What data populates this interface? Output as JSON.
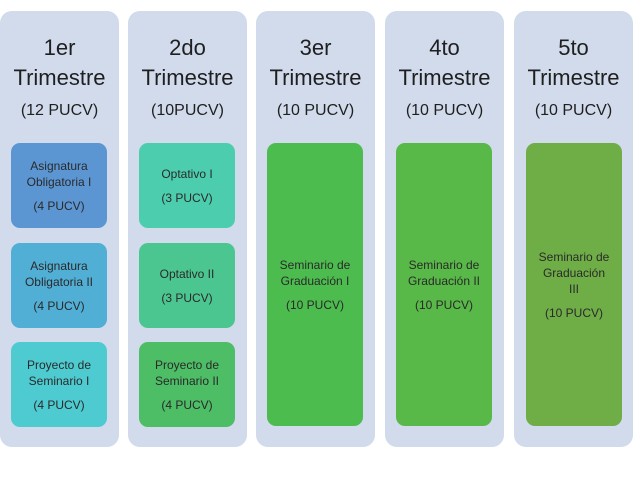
{
  "columns": [
    {
      "title_line1": "1er",
      "title_line2": "Trimestre",
      "subtitle": "(12 PUCV)",
      "cards": [
        {
          "name_line1": "Asignatura",
          "name_line2": "Obligatoria I",
          "name_line3": "",
          "credits": "(4 PUCV)",
          "color": "#5b96d3"
        },
        {
          "name_line1": "Asignatura",
          "name_line2": "Obligatoria II",
          "name_line3": "",
          "credits": "(4 PUCV)",
          "color": "#51aed5"
        },
        {
          "name_line1": "Proyecto de",
          "name_line2": "Seminario I",
          "name_line3": "",
          "credits": "(4 PUCV)",
          "color": "#4dcbd0"
        }
      ]
    },
    {
      "title_line1": "2do",
      "title_line2": "Trimestre",
      "subtitle": "(10PUCV)",
      "cards": [
        {
          "name_line1": "Optativo I",
          "name_line2": "",
          "name_line3": "",
          "credits": "(3 PUCV)",
          "color": "#4ccdae"
        },
        {
          "name_line1": "Optativo II",
          "name_line2": "",
          "name_line3": "",
          "credits": "(3 PUCV)",
          "color": "#4cc690"
        },
        {
          "name_line1": "Proyecto de",
          "name_line2": "Seminario II",
          "name_line3": "",
          "credits": "(4 PUCV)",
          "color": "#4dbd66"
        }
      ]
    },
    {
      "title_line1": "3er",
      "title_line2": "Trimestre",
      "subtitle": "(10 PUCV)",
      "cards": [
        {
          "name_line1": "Seminario de",
          "name_line2": "Graduación I",
          "name_line3": "",
          "credits": "(10 PUCV)",
          "color": "#4dbc4f"
        }
      ]
    },
    {
      "title_line1": "4to",
      "title_line2": "Trimestre",
      "subtitle": "(10 PUCV)",
      "cards": [
        {
          "name_line1": "Seminario de",
          "name_line2": "Graduación II",
          "name_line3": "",
          "credits": "(10 PUCV)",
          "color": "#58b848"
        }
      ]
    },
    {
      "title_line1": "5to",
      "title_line2": "Trimestre",
      "subtitle": "(10 PUCV)",
      "cards": [
        {
          "name_line1": "Seminario de",
          "name_line2": "Graduación",
          "name_line3": "III",
          "credits": "(10 PUCV)",
          "color": "#6fad47"
        }
      ]
    }
  ]
}
